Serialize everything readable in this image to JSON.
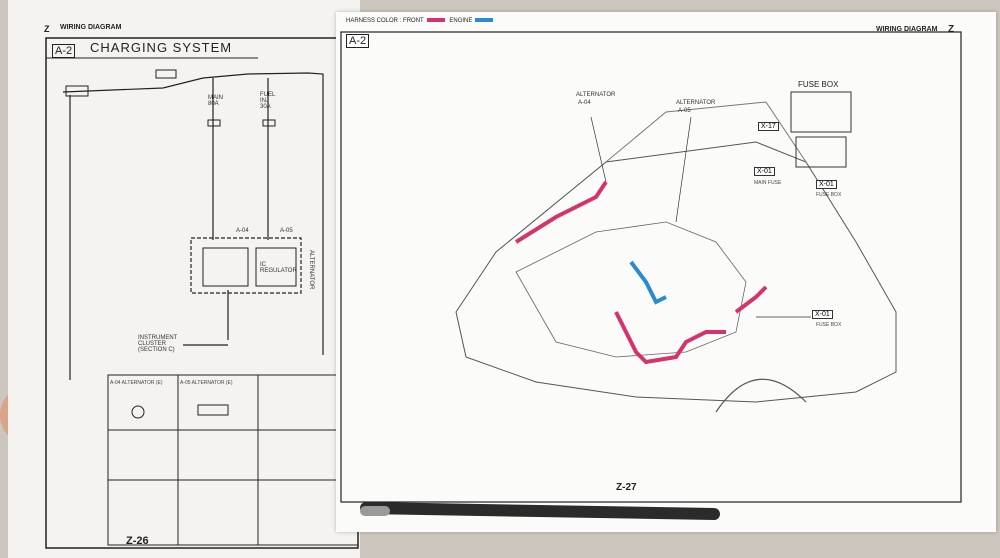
{
  "left_page": {
    "section_label": "Z",
    "header": "WIRING DIAGRAM",
    "code": "A-2",
    "title": "CHARGING SYSTEM",
    "labels": {
      "main_fuse": "MAIN 80A",
      "fuel_inj": "FUEL INJ 30A",
      "regulator": "IC REGULATOR",
      "alternator": "ALTERNATOR",
      "instrument_cluster": "INSTRUMENT CLUSTER (SECTION C)",
      "a04": "A-04",
      "a05": "A-05",
      "a04_table": "A-04 ALTERNATOR (E)",
      "a05_table": "A-05 ALTERNATOR (E)"
    },
    "page_number": "Z-26"
  },
  "right_page": {
    "code": "A-2",
    "header": "WIRING DIAGRAM",
    "section_label": "Z",
    "harness_color_label": "HARNESS COLOR :",
    "harness_front": "FRONT",
    "harness_engine": "ENGINE",
    "fuse_box_title": "FUSE BOX",
    "callouts": {
      "alternator_a04": "ALTERNATOR",
      "a04": "A-04",
      "alternator_a05": "ALTERNATOR",
      "a05": "A-05",
      "x17": "X-17",
      "x01_main": "X-01",
      "main_fuse": "MAIN FUSE",
      "x01_fuse": "X-01",
      "fuse_box": "FUSE BOX",
      "x01_right": "X-01",
      "fuse_box_right": "FUSE BOX"
    },
    "page_number": "Z-27"
  },
  "colors": {
    "front": "#d6336c",
    "engine": "#2a8ad4"
  }
}
